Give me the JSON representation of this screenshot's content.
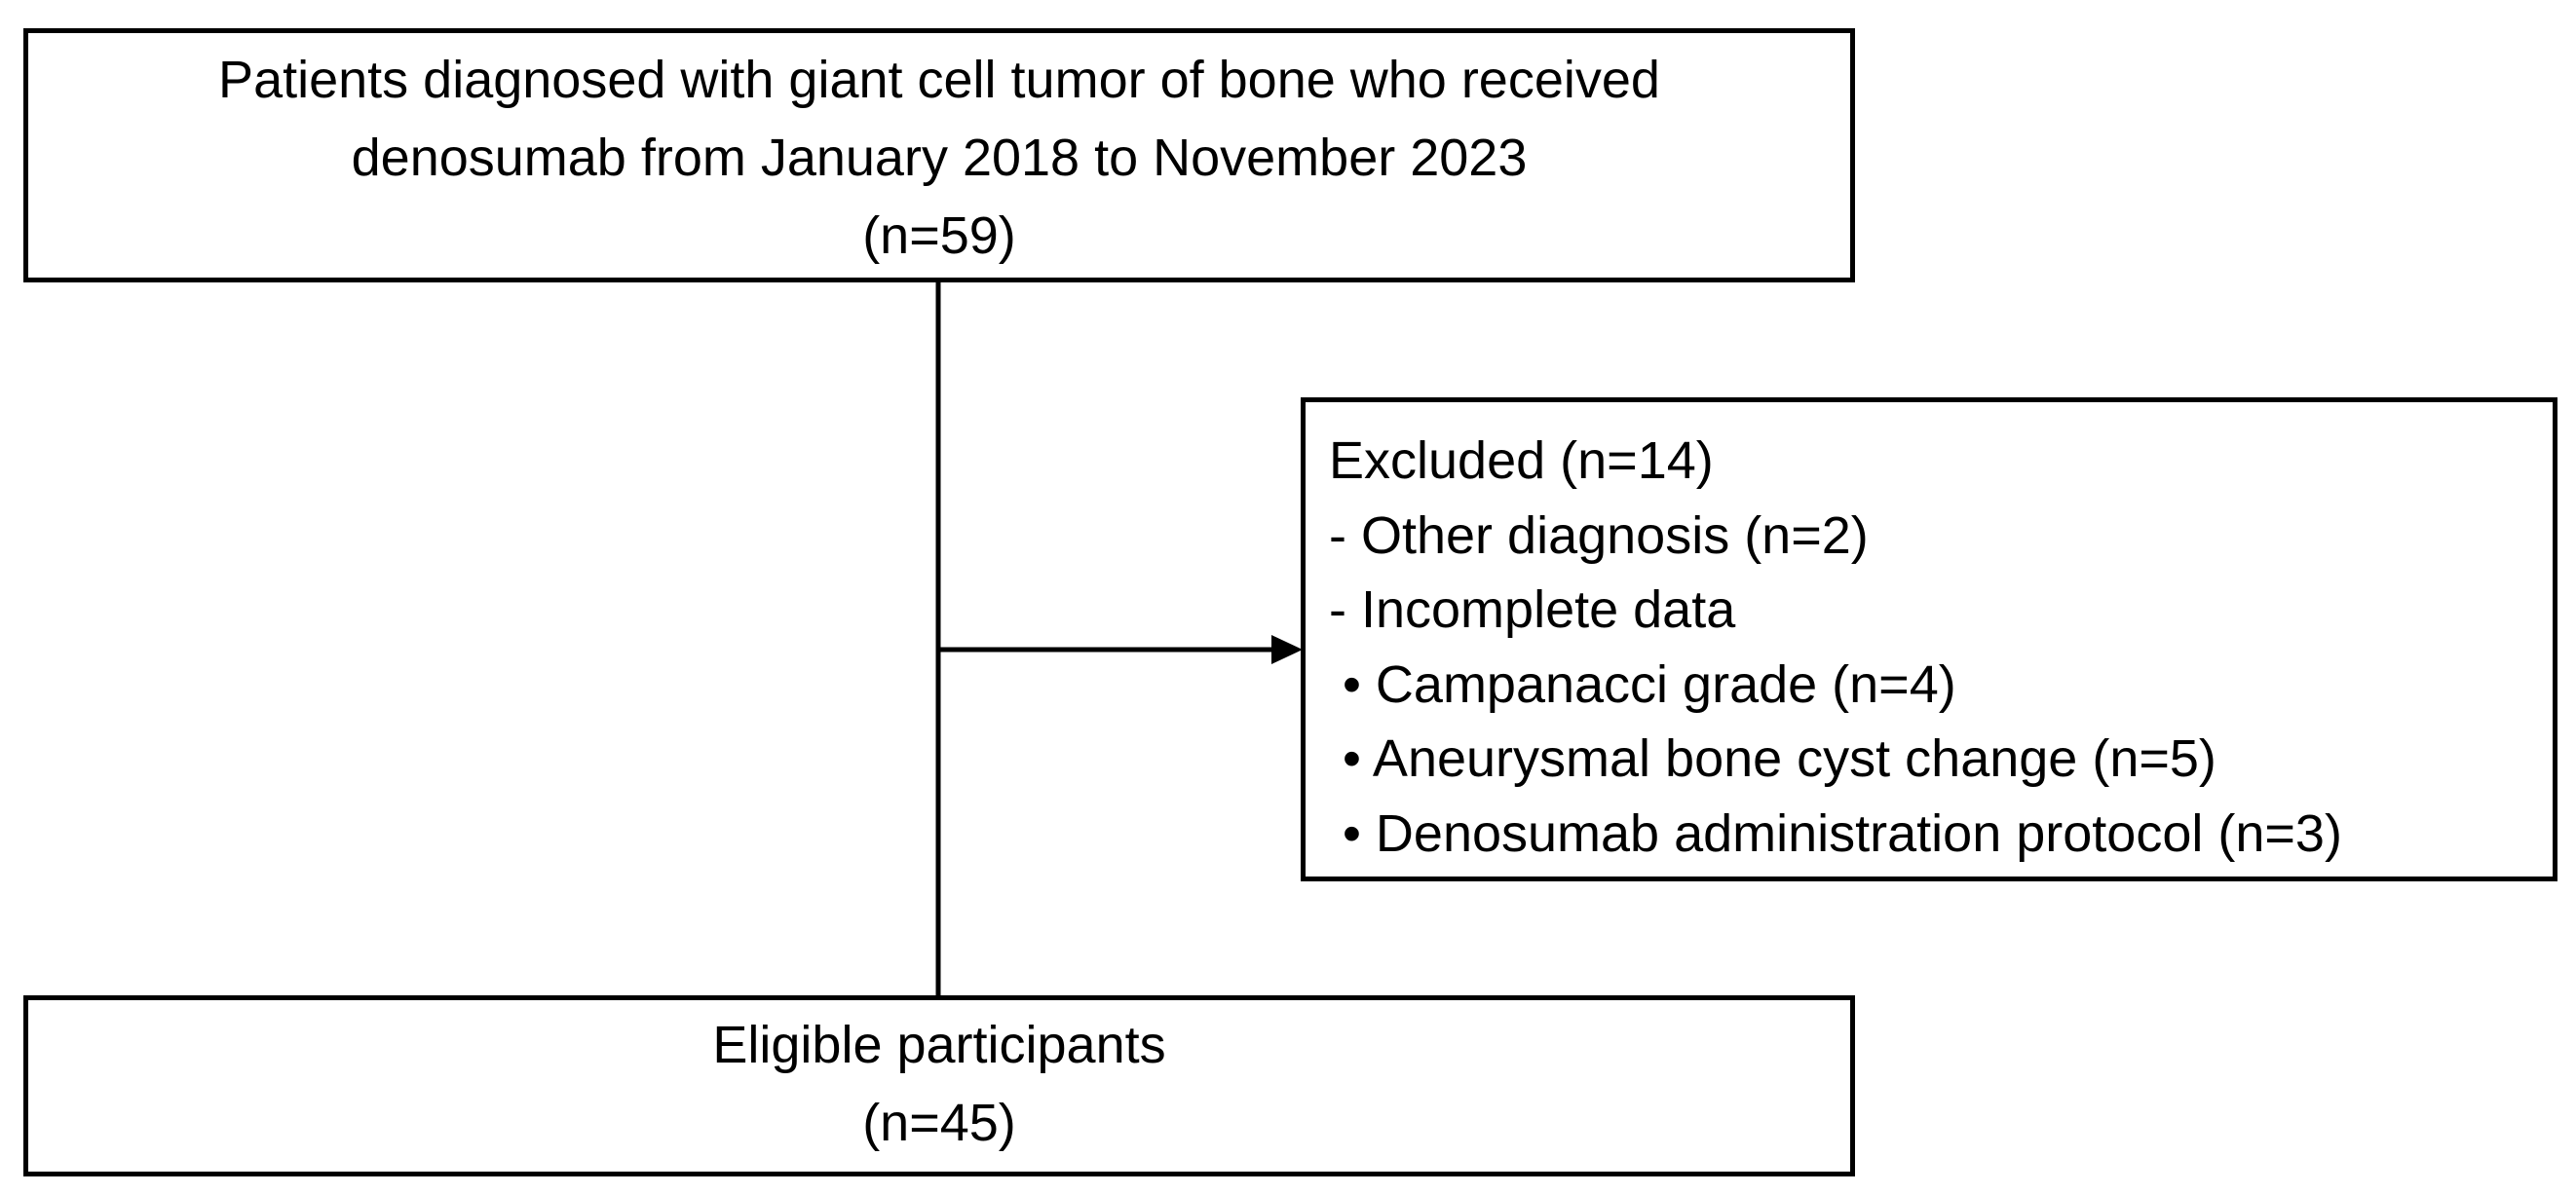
{
  "flowchart": {
    "top_box": {
      "lines": [
        "Patients diagnosed with giant cell tumor of bone who received",
        "denosumab from January 2018 to November 2023",
        "(n=59)"
      ]
    },
    "excluded_box": {
      "title": "Excluded (n=14)",
      "items": [
        "- Other diagnosis (n=2)",
        "- Incomplete data"
      ],
      "sub_items": [
        "• Campanacci grade (n=4)",
        "• Aneurysmal bone cyst change (n=5)",
        "• Denosumab administration protocol (n=3)"
      ]
    },
    "bottom_box": {
      "lines": [
        "Eligible participants",
        "(n=45)"
      ]
    }
  },
  "colors": {
    "stroke": "#000000",
    "background": "#ffffff"
  }
}
